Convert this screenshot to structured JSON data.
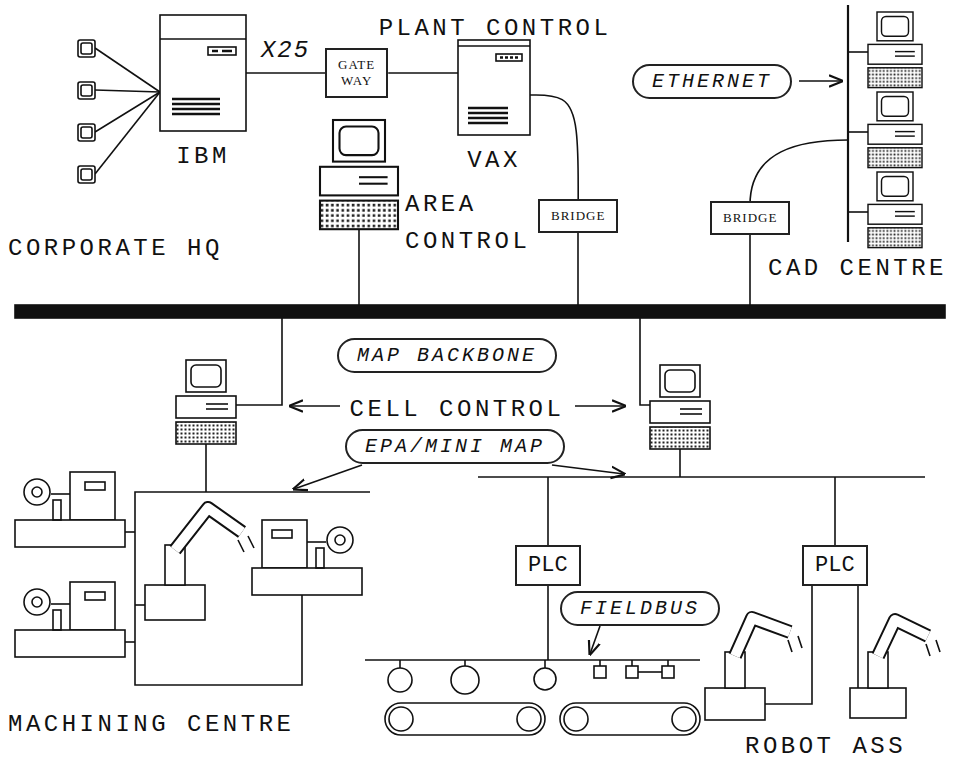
{
  "diagram": {
    "nodes": [
      {
        "text": [
          "IBM"
        ]
      },
      {
        "text": [
          "GATE WAY"
        ]
      },
      {
        "text": [
          "VAX"
        ]
      },
      {
        "text": [
          "BRIDGE"
        ]
      },
      {
        "text": [
          "BRIDGE"
        ]
      },
      {
        "text": [
          "ETHERNET"
        ]
      },
      {
        "text": [
          "MAP BACKBONE"
        ]
      },
      {
        "text": [
          "EPA/MINI MAP"
        ]
      },
      {
        "text": [
          "PLC"
        ]
      },
      {
        "text": [
          "PLC"
        ]
      },
      {
        "text": [
          "FIELDBUS"
        ]
      }
    ],
    "edges": [
      {
        "from": 0,
        "to": 1,
        "label": "X25",
        "arrow": "none"
      },
      {
        "from": 1,
        "to": 2,
        "arrow": "none"
      },
      {
        "from": 2,
        "to": 3,
        "arrow": "none"
      }
    ],
    "labels": [
      "PLANT CONTROL",
      "AREA CONTROL",
      "CORPORATE HQ",
      "CAD CENTRE",
      "CELL CONTROL",
      "MACHINING CENTRE",
      "ROBOT ASS"
    ]
  }
}
